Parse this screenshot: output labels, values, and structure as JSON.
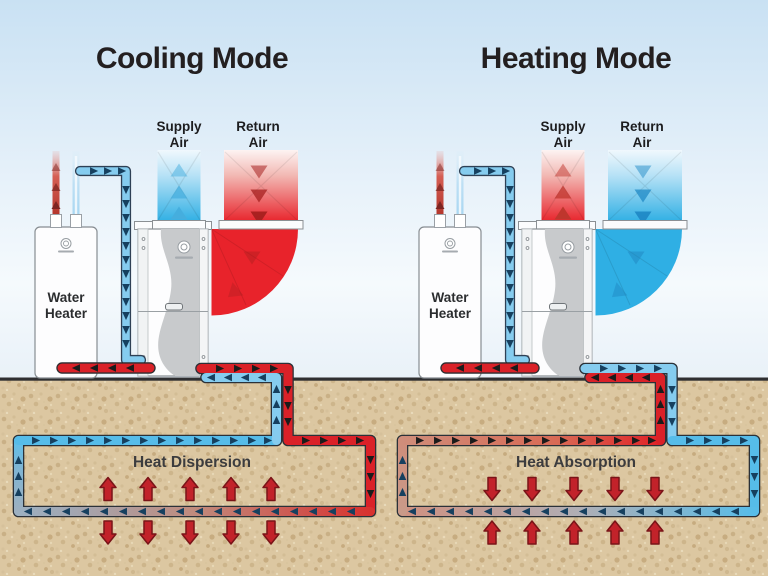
{
  "colors": {
    "hot_red": "#da2128",
    "duct_red": "#e8232b",
    "cool_blue": "#56bce9",
    "duct_blue": "#2fafe4",
    "pipe_light_blue": "#85ccef",
    "salmon": "#cf8d7a",
    "steel_blue_gray": "#9db0c0",
    "arrow_navy": "#16405f",
    "block_arrow_red": "#c2222a",
    "sky_blue": "#c9e1f3",
    "ground_tan": "#dcc7a1",
    "text_dark": "#231f20",
    "label_gray": "#3c3c3e"
  },
  "panels": [
    {
      "title": "Cooling Mode",
      "supply_label": [
        "Supply",
        "Air"
      ],
      "return_label": [
        "Return",
        "Air"
      ],
      "water_heater_label": [
        "Water",
        "Heater"
      ],
      "ground_label": "Heat Dispersion"
    },
    {
      "title": "Heating Mode",
      "supply_label": [
        "Supply",
        "Air"
      ],
      "return_label": [
        "Return",
        "Air"
      ],
      "water_heater_label": [
        "Water",
        "Heater"
      ],
      "ground_label": "Heat Absorption"
    }
  ]
}
